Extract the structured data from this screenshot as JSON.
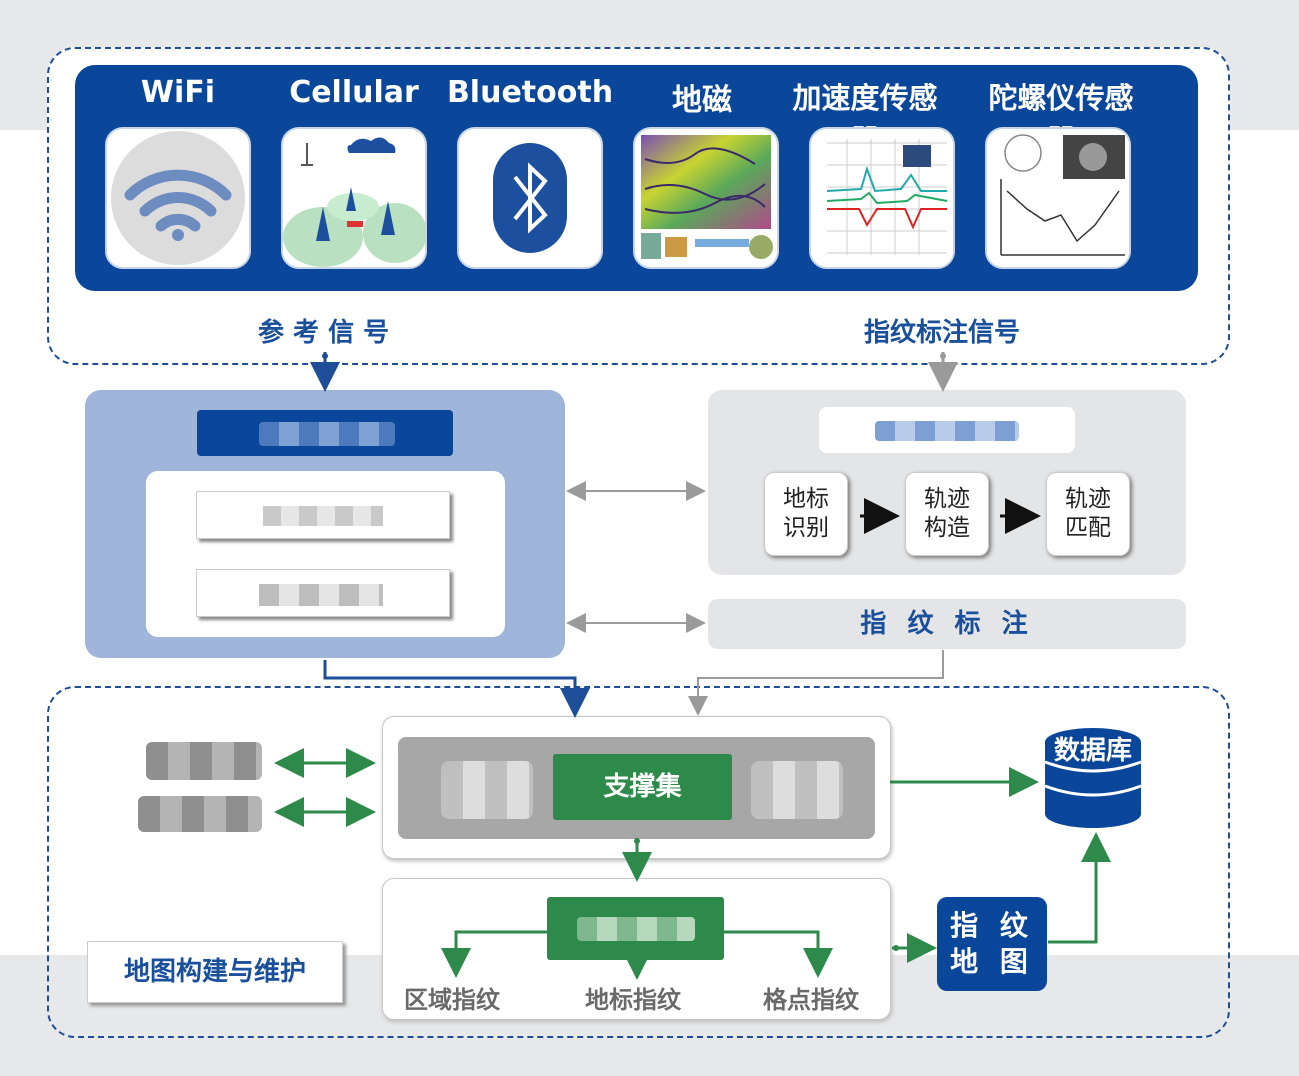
{
  "sources": [
    {
      "label": "WiFi",
      "icon": "wifi-icon"
    },
    {
      "label": "Cellular",
      "icon": "cell-tower-icon"
    },
    {
      "label": "Bluetooth",
      "icon": "bluetooth-icon"
    },
    {
      "label": "地磁",
      "icon": "magnetic-map-image"
    },
    {
      "label": "加速度传感器",
      "icon": "accelerometer-chart-image"
    },
    {
      "label": "陀螺仪传感器",
      "icon": "gyroscope-chart-image"
    }
  ],
  "labels": {
    "reference_signal": "参 考 信 号",
    "fingerprint_annotation_signal": "指纹标注信号",
    "fingerprint_annotation": "指 纹 标 注"
  },
  "left_panel": {
    "title": "",
    "steps": [
      "",
      ""
    ]
  },
  "right_panel": {
    "title": "",
    "steps": [
      "地标\n识别",
      "轨迹\n构造",
      "轨迹\n匹配"
    ]
  },
  "support": {
    "center": "支撑集",
    "left_blurred": "",
    "right_blurred": ""
  },
  "fingerprint_set": {
    "title": "",
    "items": [
      "区域指纹",
      "地标指纹",
      "格点指纹"
    ]
  },
  "database": "数据库",
  "fingerprint_map": "指 纹\n地 图",
  "map_build": "地图构建与维护",
  "colors": {
    "navy": "#0a4699",
    "green": "#2e8a4a",
    "light_blue": "#9fb5d9",
    "grey_panel": "#e4e5e7"
  }
}
